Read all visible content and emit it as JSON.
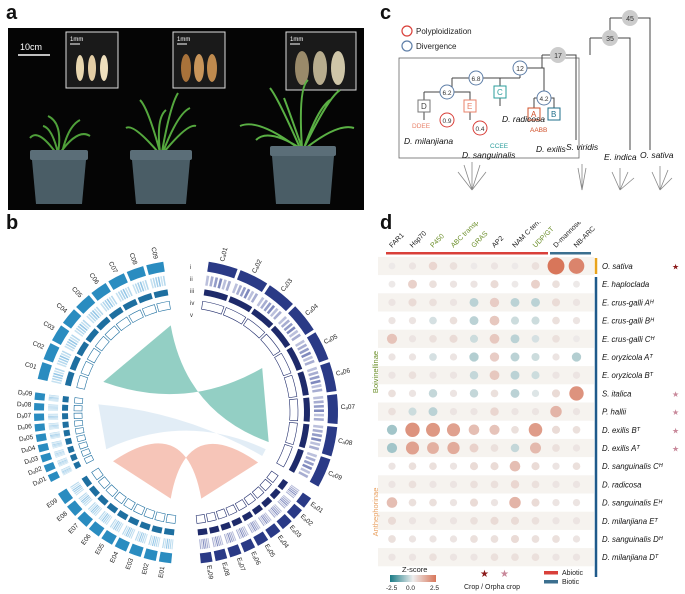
{
  "panels": {
    "a": {
      "letter": "a",
      "scale_bar": "10cm",
      "inset_scale": "1mm"
    },
    "b": {
      "letter": "b",
      "ring_labels": [
        "i",
        "ii",
        "iii",
        "iv",
        "v"
      ],
      "chromosomes_c": [
        "C01",
        "C02",
        "C03",
        "C04",
        "C05",
        "C06",
        "C07",
        "C08",
        "C09"
      ],
      "chromosomes_cb": [
        "Cₐ01",
        "Cₐ02",
        "Cₐ03",
        "Cₐ04",
        "Cₐ05",
        "Cₐ06",
        "Cₐ07",
        "Cₐ08",
        "Cₐ09"
      ],
      "chromosomes_d": [
        "Dₐ01",
        "Dₐ02",
        "Dₐ03",
        "Dₐ04",
        "Dₐ05",
        "Dₐ06",
        "Dₐ07",
        "Dₐ08",
        "Dₐ09"
      ],
      "chromosomes_e": [
        "E01",
        "E02",
        "E03",
        "E04",
        "E05",
        "E06",
        "E07",
        "E08",
        "E09"
      ],
      "chromosomes_eb": [
        "Eₐ01",
        "Eₐ02",
        "Eₐ03",
        "Eₐ04",
        "Eₐ05",
        "Eₐ06",
        "Eₐ07",
        "Eₐ08",
        "Eₐ09"
      ]
    },
    "c": {
      "letter": "c",
      "legend": {
        "polyploidization": "Polyploidization",
        "divergence": "Divergence"
      },
      "nodes": [
        "45",
        "35",
        "17",
        "12",
        "6.8",
        "6.2",
        "4.2",
        "0.9",
        "0.4"
      ],
      "genomes": [
        "D",
        "E",
        "C",
        "A",
        "B"
      ],
      "genome_labels": [
        "DDEE",
        "CCEE",
        "AABB"
      ],
      "species": [
        "D. milanjiana",
        "D. radicosa",
        "D. sanguinalis",
        "D. exilis",
        "S. viridis",
        "E. indica",
        "O. sativa"
      ],
      "colors": {
        "D": "#777777",
        "E": "#e8826a",
        "C": "#2a9d9b",
        "A": "#d0502a",
        "B": "#1f6f8b",
        "polyploidization": "#d9403a",
        "divergence": "#5f7fa8"
      }
    },
    "d": {
      "letter": "d",
      "families": [
        {
          "name": "FAR1",
          "category": "Abiotic"
        },
        {
          "name": "Hsp70",
          "category": "Abiotic"
        },
        {
          "name": "P450",
          "category": "Abiotic"
        },
        {
          "name": "ABC transporter",
          "category": "Abiotic"
        },
        {
          "name": "GRAS",
          "category": "Abiotic"
        },
        {
          "name": "AP2",
          "category": "Abiotic"
        },
        {
          "name": "NAM C-terminal",
          "category": "Abiotic"
        },
        {
          "name": "UDP/GT",
          "category": "Abiotic"
        },
        {
          "name": "D-mannose binding lectin",
          "category": "Biotic"
        },
        {
          "name": "NB-ARC",
          "category": "Biotic"
        }
      ],
      "family_colors": [
        "#222222",
        "#222222",
        "#6c8f2a",
        "#6c8f2a",
        "#6c8f2a",
        "#222222",
        "#222222",
        "#6c8f2a",
        "#222222",
        "#222222"
      ],
      "species": [
        {
          "name": "O. sativa",
          "star": "crop"
        },
        {
          "name": "E. haploclada",
          "star": ""
        },
        {
          "name": "E. crus-galli Aᴴ",
          "star": ""
        },
        {
          "name": "E. crus-galli Bᴴ",
          "star": ""
        },
        {
          "name": "E. crus-galli Cᴴ",
          "star": ""
        },
        {
          "name": "E. oryzicola Aᵀ",
          "star": ""
        },
        {
          "name": "E. oryzicola Bᵀ",
          "star": ""
        },
        {
          "name": "S. italica",
          "star": "orpha"
        },
        {
          "name": "P. hallii",
          "star": "orpha"
        },
        {
          "name": "D. exilis Bᵀ",
          "star": "orpha"
        },
        {
          "name": "D. exilis Aᵀ",
          "star": "orpha"
        },
        {
          "name": "D. sanguinalis Cᴴ",
          "star": ""
        },
        {
          "name": "D. radicosa",
          "star": ""
        },
        {
          "name": "D. sanguinalis Eᴴ",
          "star": ""
        },
        {
          "name": "D. milanjiana Eᵀ",
          "star": ""
        },
        {
          "name": "D. sanguinalis Dᴴ",
          "star": ""
        },
        {
          "name": "D. milanjiana Dᵀ",
          "star": ""
        }
      ],
      "zscores": [
        [
          0.1,
          0.2,
          0.5,
          0.3,
          0.1,
          0.2,
          0.1,
          0.3,
          2.5,
          2.2
        ],
        [
          0.1,
          0.6,
          0.3,
          0.2,
          0.2,
          0.4,
          0.1,
          0.6,
          0.3,
          0.1
        ],
        [
          0.2,
          0.4,
          0.3,
          0.2,
          -0.6,
          0.7,
          -0.6,
          -0.6,
          0.4,
          0.2
        ],
        [
          0.2,
          0.2,
          -0.3,
          0.3,
          -0.6,
          0.8,
          -0.4,
          -0.4,
          0.3,
          0.2
        ],
        [
          0.9,
          0.2,
          0.3,
          0.4,
          -0.4,
          0.8,
          -0.6,
          -0.3,
          0.3,
          0.1
        ],
        [
          0.2,
          0.2,
          -0.3,
          0.2,
          -0.7,
          0.7,
          -0.6,
          -0.4,
          0.2,
          -0.7
        ],
        [
          0.2,
          0.3,
          0.2,
          0.2,
          -0.5,
          0.8,
          -0.6,
          -0.4,
          0.2,
          0.2
        ],
        [
          0.3,
          0.2,
          -0.5,
          0.2,
          -0.5,
          0.3,
          -0.6,
          -0.2,
          0.4,
          1.9
        ],
        [
          0.3,
          -0.4,
          -0.6,
          0.2,
          0.2,
          0.5,
          0.2,
          0.2,
          1.2,
          0.2
        ],
        [
          -0.9,
          1.9,
          1.8,
          1.6,
          1.0,
          0.9,
          0.3,
          1.7,
          0.4,
          0.3
        ],
        [
          -0.9,
          1.6,
          1.3,
          1.4,
          0.6,
          0.3,
          -0.5,
          1.1,
          0.3,
          0.2
        ],
        [
          0.2,
          0.3,
          0.3,
          0.2,
          0.4,
          0.4,
          1.0,
          0.4,
          0.2,
          0.3
        ],
        [
          0.2,
          0.3,
          0.2,
          0.2,
          0.3,
          0.3,
          0.5,
          0.3,
          0.2,
          0.2
        ],
        [
          1.0,
          0.3,
          0.3,
          0.2,
          0.4,
          0.2,
          1.2,
          0.4,
          0.2,
          0.2
        ],
        [
          0.4,
          0.2,
          0.2,
          0.2,
          0.3,
          0.4,
          0.4,
          0.3,
          0.2,
          0.2
        ],
        [
          0.3,
          0.2,
          0.2,
          0.2,
          0.3,
          0.3,
          0.4,
          0.3,
          0.3,
          0.2
        ],
        [
          0.2,
          0.2,
          0.3,
          0.2,
          0.2,
          0.3,
          0.3,
          0.3,
          0.2,
          0.2
        ]
      ],
      "groups": {
        "oryzeae_color": "#e8a31c",
        "main_color": "#1f5a8b",
        "boivinellinae": "Boivinellinae",
        "anthephorinae": "Anthephorinae",
        "boivinellinae_color": "#6c8f2a",
        "anthephorinae_color": "#e8a060"
      },
      "legend": {
        "title": "Z-score",
        "ticks": [
          "-2.5",
          "0.0",
          "2.5"
        ],
        "crop_label": "Crop / Orpha crop",
        "abiotic": "Abiotic",
        "biotic": "Biotic",
        "abiotic_color": "#d9403a",
        "biotic_color": "#3b6f8f",
        "crop_star_color": "#8b1a1a",
        "orpha_star_color": "#c8889a"
      }
    }
  }
}
